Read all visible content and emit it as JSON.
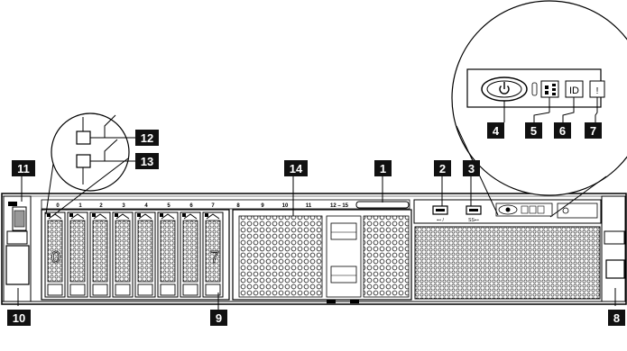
{
  "callouts": {
    "c1": "1",
    "c2": "2",
    "c3": "3",
    "c4": "4",
    "c5": "5",
    "c6": "6",
    "c7": "7",
    "c8": "8",
    "c9": "9",
    "c10": "10",
    "c11": "11",
    "c12": "12",
    "c13": "13",
    "c14": "14"
  },
  "bay_numbers": [
    "0",
    "1",
    "2",
    "3",
    "4",
    "5",
    "6",
    "7",
    "8",
    "9",
    "10",
    "11",
    "12 – 15"
  ],
  "drive_labels": {
    "first": "0",
    "last": "7"
  },
  "id_button_label": "ID",
  "fault_led_label": "!",
  "colors": {
    "outline": "#000000",
    "callout_bg": "#111111",
    "panel_fill": "#ffffff"
  },
  "icons": [
    "power-icon",
    "network-activity-icon",
    "usb-icon",
    "usb3-icon",
    "vga-port-icon"
  ]
}
